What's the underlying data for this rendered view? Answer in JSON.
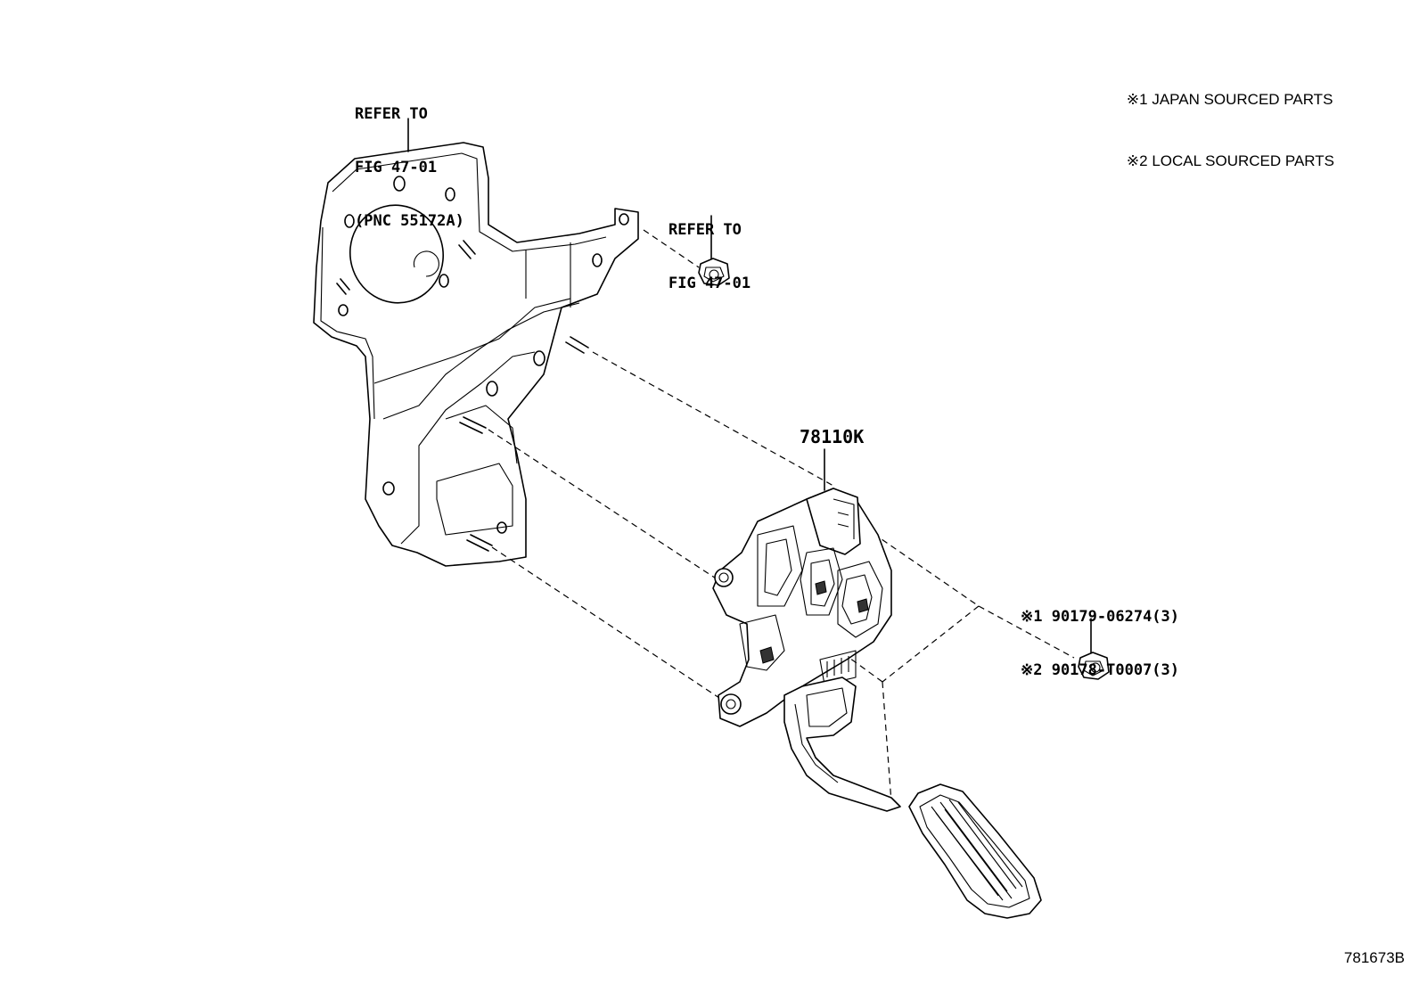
{
  "legend": {
    "line1": "※1 JAPAN SOURCED PARTS",
    "line2": "※2 LOCAL SOURCED PARTS"
  },
  "callouts": {
    "bracket_ref": {
      "line1": "REFER TO",
      "line2": "FIG 47-01",
      "line3": "(PNC 55172A)"
    },
    "nut_ref": {
      "line1": "REFER TO",
      "line2": "FIG 47-01"
    },
    "pedal_part": "78110K",
    "bolt_part": {
      "line1": "※1 90179-06274(3)",
      "line2": "※2 90178-T0007(3)"
    }
  },
  "illustration_code": "781673B"
}
